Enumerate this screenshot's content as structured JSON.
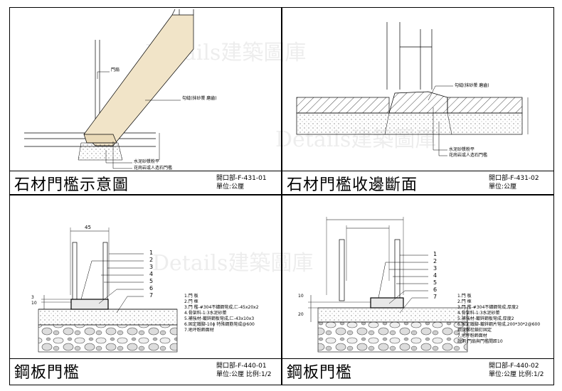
{
  "watermark": "Details建築圖庫",
  "panels": [
    {
      "title": "石材門檻示意圖",
      "code": "開口部-F-431-01",
      "unit": "單位:公厘",
      "labels": {
        "door_frame": "門扇",
        "sill_note": "勾縫(抹砂漿 磨齒)",
        "mortar": "水泥砂漿粉平",
        "stone": "花崗岩或人造石門檻"
      }
    },
    {
      "title": "石材門檻收邊斷面",
      "code": "開口部-F-431-02",
      "unit": "單位:公厘",
      "labels": {
        "sill_note": "勾縫(抹砂漿 磨齒)",
        "mortar": "水泥砂漿粉平",
        "stone": "花崗岩或人造石門檻"
      }
    },
    {
      "title": "鋼板門檻",
      "code": "開口部-F-440-01",
      "unit": "單位:公厘",
      "scale": "比例:1/2",
      "dim_top": "45",
      "dim_side": [
        "3",
        "10"
      ],
      "callouts": [
        "1",
        "2",
        "3",
        "4",
        "5",
        "6",
        "7"
      ],
      "legend": [
        "1.門 板",
        "2.門 框",
        "3.門 檻-#304不鏽鋼彎成,匚-45x20x2",
        "4.骨架料-1:3水泥砂漿",
        "5.補強材-鍍鋅鋼板彎成,匚-43x10x3",
        "6.固定鐵腳-10ϕ 特殊鋼筋彎成@600",
        "7.地坪粉飾面材"
      ]
    },
    {
      "title": "鋼板門檻",
      "code": "開口部-F-440-02",
      "unit": "單位:公厘",
      "scale": "比例:1/2",
      "dim_side": [
        "10",
        "20"
      ],
      "callouts": [
        "1",
        "2",
        "3",
        "4",
        "5",
        "6",
        "7"
      ],
      "legend": [
        "1.門 板",
        "2.門 框",
        "3.門 檻-#304不鏽鋼彎成,厚度2",
        "4.骨架料-1:3水泥砂漿",
        "5.補強材-鍍鋅鋼板彎成,厚度2",
        "6.固定鐵腳-鍍鋅鋼片彎成,200*30*2@600",
        "  鋼質螺栓鎖釘固定",
        "7.地坪粉飾面材",
        "說明:門扇與門檻間距10"
      ]
    }
  ]
}
